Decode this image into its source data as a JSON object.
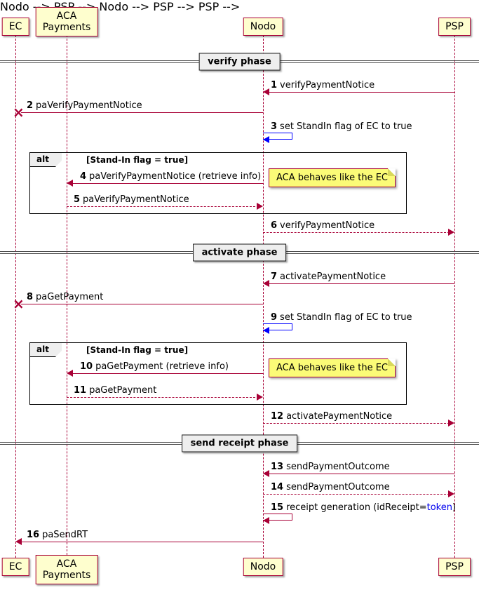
{
  "participants": [
    {
      "id": "ec",
      "lines": [
        "EC"
      ]
    },
    {
      "id": "aca",
      "lines": [
        "ACA",
        "Payments"
      ]
    },
    {
      "id": "nodo",
      "lines": [
        "Nodo"
      ]
    },
    {
      "id": "psp",
      "lines": [
        "PSP"
      ]
    }
  ],
  "dividers": [
    {
      "label": "verify phase"
    },
    {
      "label": "activate phase"
    },
    {
      "label": "send receipt phase"
    }
  ],
  "alt_frames": [
    {
      "keyword": "alt",
      "guard": "[Stand-In flag = true]"
    },
    {
      "keyword": "alt",
      "guard": "[Stand-In flag = true]"
    }
  ],
  "notes": [
    {
      "text": "ACA behaves like the EC"
    },
    {
      "text": "ACA behaves like the EC"
    }
  ],
  "messages": [
    {
      "num": "1",
      "text": "verifyPaymentNotice",
      "from": "PSP",
      "to": "Nodo",
      "kind": "call"
    },
    {
      "num": "2",
      "text": "paVerifyPaymentNotice",
      "from": "Nodo",
      "to": "EC",
      "kind": "lost"
    },
    {
      "num": "3",
      "text": "set StandIn flag of EC to true",
      "from": "Nodo",
      "to": "Nodo",
      "kind": "self",
      "color": "blue"
    },
    {
      "num": "4",
      "text": "paVerifyPaymentNotice (retrieve info)",
      "from": "Nodo",
      "to": "ACA Payments",
      "kind": "call"
    },
    {
      "num": "5",
      "text": "paVerifyPaymentNotice",
      "from": "ACA Payments",
      "to": "Nodo",
      "kind": "return"
    },
    {
      "num": "6",
      "text": "verifyPaymentNotice",
      "from": "Nodo",
      "to": "PSP",
      "kind": "return"
    },
    {
      "num": "7",
      "text": "activatePaymentNotice",
      "from": "PSP",
      "to": "Nodo",
      "kind": "call"
    },
    {
      "num": "8",
      "text": "paGetPayment",
      "from": "Nodo",
      "to": "EC",
      "kind": "lost"
    },
    {
      "num": "9",
      "text": "set StandIn flag of EC to true",
      "from": "Nodo",
      "to": "Nodo",
      "kind": "self",
      "color": "blue"
    },
    {
      "num": "10",
      "text": "paGetPayment (retrieve info)",
      "from": "Nodo",
      "to": "ACA Payments",
      "kind": "call"
    },
    {
      "num": "11",
      "text": "paGetPayment",
      "from": "ACA Payments",
      "to": "Nodo",
      "kind": "return"
    },
    {
      "num": "12",
      "text": "activatePaymentNotice",
      "from": "Nodo",
      "to": "PSP",
      "kind": "return"
    },
    {
      "num": "13",
      "text": "sendPaymentOutcome",
      "from": "PSP",
      "to": "Nodo",
      "kind": "call"
    },
    {
      "num": "14",
      "text": "sendPaymentOutcome",
      "from": "Nodo",
      "to": "PSP",
      "kind": "return"
    },
    {
      "num": "15",
      "text_prefix": "receipt generation (idReceipt=",
      "link": "token",
      "text_suffix": ")",
      "from": "Nodo",
      "to": "Nodo",
      "kind": "self"
    },
    {
      "num": "16",
      "text": "paSendRT",
      "from": "Nodo",
      "to": "EC",
      "kind": "call"
    }
  ],
  "colors": {
    "arrow": "#A80036",
    "lifeline": "#A80036",
    "participant_bg": "#FEFECE",
    "participant_border": "#A80036",
    "note_bg": "#FBFB77",
    "self_flag_arrow": "#0000FF",
    "link": "#0000EE"
  }
}
